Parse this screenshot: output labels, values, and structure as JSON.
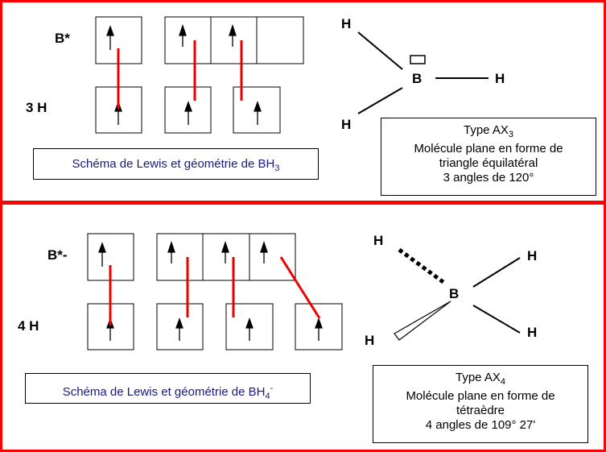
{
  "top": {
    "label_b": "B*",
    "label_h": "3 H",
    "caption_text": "Schéma de Lewis et géométrie de BH",
    "caption_sub": "3",
    "molecule": {
      "center": "B",
      "h_top": "H",
      "h_right": "H",
      "h_bottom": "H"
    },
    "info": {
      "line1_prefix": "Type AX",
      "line1_sub": "3",
      "line2": "Molécule plane en forme de",
      "line3": "triangle équilatéral",
      "line4": "3 angles de 120°"
    }
  },
  "bottom": {
    "label_b": "B*-",
    "label_h": "4 H",
    "caption_text": "Schéma de Lewis et géométrie de BH",
    "caption_sub": "4",
    "caption_sup": "-",
    "molecule": {
      "center": "B",
      "h_topleft": "H",
      "h_topright": "H",
      "h_bottomright": "H",
      "h_bottomleft": "H"
    },
    "info": {
      "line1_prefix": "Type AX",
      "line1_sub": "4",
      "line2": "Molécule plane en forme de",
      "line3": "tétraèdre",
      "line4": "4 angles de 109° 27'"
    }
  }
}
